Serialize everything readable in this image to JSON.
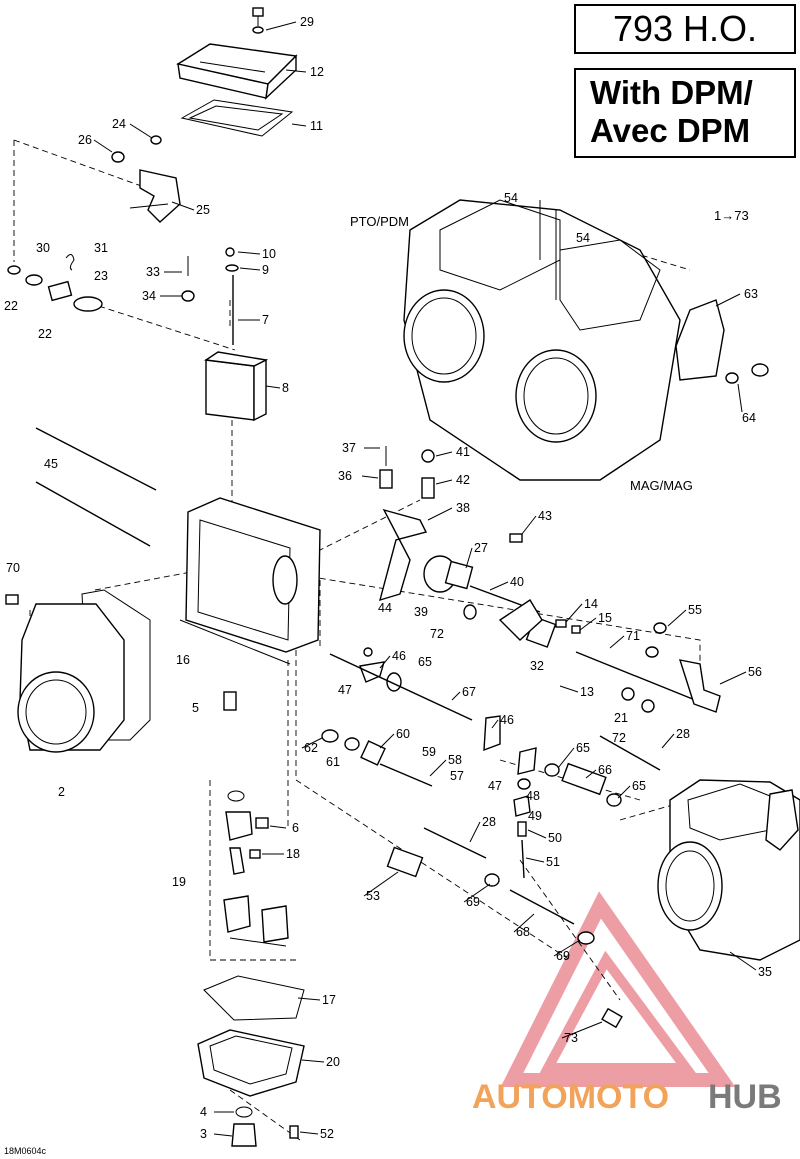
{
  "header": {
    "model": "793 H.O.",
    "dpm_line1": "With DPM/",
    "dpm_line2": "Avec DPM"
  },
  "diagram": {
    "side_labels": {
      "pto": "PTO/PDM",
      "mag": "MAG/MAG"
    },
    "range_label": "1→73",
    "drawing_code": "18M0604c",
    "callouts": [
      "29",
      "12",
      "11",
      "24",
      "26",
      "25",
      "30",
      "31",
      "23",
      "22",
      "22",
      "10",
      "33",
      "9",
      "34",
      "7",
      "8",
      "45",
      "70",
      "16",
      "5",
      "2",
      "54",
      "54",
      "63",
      "64",
      "37",
      "41",
      "36",
      "42",
      "38",
      "43",
      "27",
      "40",
      "44",
      "39",
      "72",
      "14",
      "15",
      "71",
      "32",
      "55",
      "56",
      "13",
      "21",
      "72",
      "28",
      "46",
      "65",
      "47",
      "67",
      "46",
      "62",
      "60",
      "61",
      "59",
      "58",
      "57",
      "47",
      "65",
      "66",
      "65",
      "48",
      "49",
      "6",
      "18",
      "50",
      "51",
      "28",
      "53",
      "69",
      "68",
      "19",
      "69",
      "35",
      "17",
      "73",
      "20",
      "4",
      "3",
      "52"
    ]
  },
  "watermark": {
    "part1": "AUTOMOTO",
    "part2": "HUB",
    "color1": "#f2a35a",
    "color2": "#7a7a7a",
    "triangle_color": "#e0505a"
  }
}
